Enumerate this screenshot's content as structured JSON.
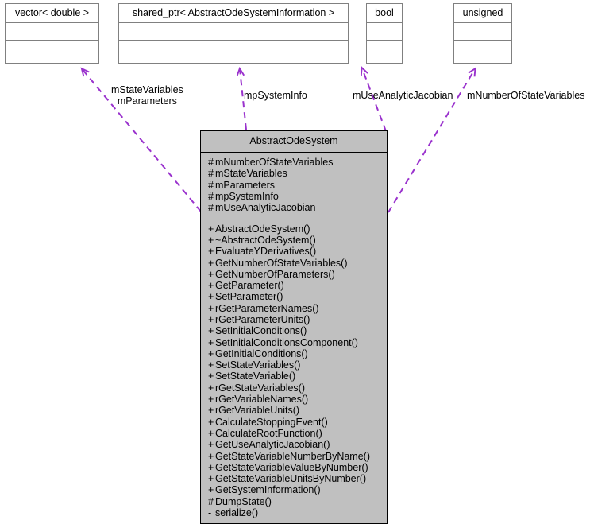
{
  "diagram": {
    "kind": "uml-collaboration-diagram",
    "colors": {
      "edge": "#9a32cd",
      "focus_fill": "#c0c0c0",
      "focus_border": "#000000",
      "node_fill": "#ffffff",
      "node_border": "#808080",
      "text": "#000000"
    },
    "nodes": [
      {
        "id": "vector-double",
        "title": "vector< double >"
      },
      {
        "id": "shared-ptr-abstractodesysteminformation",
        "title": "shared_ptr< AbstractOdeSystemInformation >"
      },
      {
        "id": "bool",
        "title": "bool"
      },
      {
        "id": "unsigned",
        "title": "unsigned"
      }
    ],
    "focus_node": {
      "id": "abstractodesystem",
      "title": "AbstractOdeSystem",
      "attributes": [
        {
          "visibility": "#",
          "name": "mNumberOfStateVariables"
        },
        {
          "visibility": "#",
          "name": "mStateVariables"
        },
        {
          "visibility": "#",
          "name": "mParameters"
        },
        {
          "visibility": "#",
          "name": "mpSystemInfo"
        },
        {
          "visibility": "#",
          "name": "mUseAnalyticJacobian"
        }
      ],
      "operations": [
        {
          "visibility": "+",
          "name": "AbstractOdeSystem()"
        },
        {
          "visibility": "+",
          "name": "~AbstractOdeSystem()"
        },
        {
          "visibility": "+",
          "name": "EvaluateYDerivatives()"
        },
        {
          "visibility": "+",
          "name": "GetNumberOfStateVariables()"
        },
        {
          "visibility": "+",
          "name": "GetNumberOfParameters()"
        },
        {
          "visibility": "+",
          "name": "GetParameter()"
        },
        {
          "visibility": "+",
          "name": "SetParameter()"
        },
        {
          "visibility": "+",
          "name": "rGetParameterNames()"
        },
        {
          "visibility": "+",
          "name": "rGetParameterUnits()"
        },
        {
          "visibility": "+",
          "name": "SetInitialConditions()"
        },
        {
          "visibility": "+",
          "name": "SetInitialConditionsComponent()"
        },
        {
          "visibility": "+",
          "name": "GetInitialConditions()"
        },
        {
          "visibility": "+",
          "name": "SetStateVariables()"
        },
        {
          "visibility": "+",
          "name": "SetStateVariable()"
        },
        {
          "visibility": "+",
          "name": "rGetStateVariables()"
        },
        {
          "visibility": "+",
          "name": "rGetVariableNames()"
        },
        {
          "visibility": "+",
          "name": "rGetVariableUnits()"
        },
        {
          "visibility": "+",
          "name": "CalculateStoppingEvent()"
        },
        {
          "visibility": "+",
          "name": "CalculateRootFunction()"
        },
        {
          "visibility": "+",
          "name": "GetUseAnalyticJacobian()"
        },
        {
          "visibility": "+",
          "name": "GetStateVariableNumberByName()"
        },
        {
          "visibility": "+",
          "name": "GetStateVariableValueByNumber()"
        },
        {
          "visibility": "+",
          "name": "GetStateVariableUnitsByNumber()"
        },
        {
          "visibility": "+",
          "name": "GetSystemInformation()"
        },
        {
          "visibility": "#",
          "name": "DumpState()"
        },
        {
          "visibility": "-",
          "name": "serialize()"
        }
      ]
    },
    "edges": [
      {
        "id": "edge-vector-double",
        "from": "abstractodesystem",
        "to": "vector-double",
        "labels": [
          "mStateVariables",
          "mParameters"
        ]
      },
      {
        "id": "edge-shared-ptr",
        "from": "abstractodesystem",
        "to": "shared-ptr-abstractodesysteminformation",
        "labels": [
          "mpSystemInfo"
        ]
      },
      {
        "id": "edge-bool",
        "from": "abstractodesystem",
        "to": "bool",
        "labels": [
          "mUseAnalyticJacobian"
        ]
      },
      {
        "id": "edge-unsigned",
        "from": "abstractodesystem",
        "to": "unsigned",
        "labels": [
          "mNumberOfStateVariables"
        ]
      }
    ]
  }
}
